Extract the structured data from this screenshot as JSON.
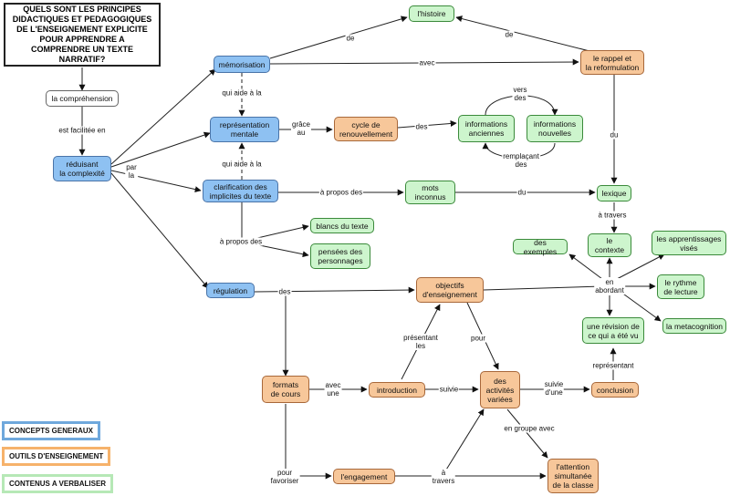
{
  "title": "QUELS SONT LES PRINCIPES\nDIDACTIQUES ET PEDAGOGIQUES\nDE L'ENSEIGNEMENT EXPLICITE\nPOUR APPRENDRE A COMPRENDRE\nUN TEXTE NARRATIF?",
  "nodes": {
    "comprehension": "la compréhension",
    "reduisant": "réduisant\nla complexité",
    "memorisation": "mémorisation",
    "representation": "représentation\nmentale",
    "clarification": "clarification des\nimplicites du texte",
    "regulation": "régulation",
    "histoire": "l'histoire",
    "rappel": "le rappel et\nla reformulation",
    "cycle": "cycle de\nrenouvellement",
    "infos_anciennes": "informations\nanciennes",
    "infos_nouvelles": "informations\nnouvelles",
    "mots_inconnus": "mots\ninconnus",
    "lexique": "lexique",
    "blancs": "blancs du texte",
    "pensees": "pensées des\npersonnages",
    "contexte": "le\ncontexte",
    "exemples": "des exemples",
    "apprentissages": "les apprentissages\nvisés",
    "rythme": "le rythme\nde lecture",
    "metacognition": "la metacognition",
    "revision": "une révision de\nce qui a été vu",
    "objectifs": "objectifs\nd'enseignement",
    "formats": "formats\nde cours",
    "introduction": "introduction",
    "activites": "des\nactivités\nvariées",
    "conclusion": "conclusion",
    "engagement": "l'engagement",
    "attention": "l'attention\nsimultanée\nde la classe"
  },
  "links": {
    "facilitee": "est facilitée en",
    "par_la": "par\nla",
    "de1": "de",
    "de2": "de",
    "avec1": "avec",
    "qui_aide1": "qui aide à la",
    "qui_aide2": "qui aide à la",
    "grace_au": "grâce\nau",
    "des1": "des",
    "vers_des": "vers\ndes",
    "remplacant": "remplaçant\ndes",
    "a_propos1": "à propos des",
    "du1": "du",
    "du2": "du",
    "a_propos2": "à propos des",
    "a_travers1": "à travers",
    "des2": "des",
    "en_abordant": "en\nabordant",
    "presentant": "présentant\nles",
    "pour": "pour",
    "avec_une": "avec\nune",
    "suivie": "suivie",
    "suivie_dune": "suivie\nd'une",
    "representant": "représentant",
    "en_groupe": "en groupe avec",
    "pour_favoriser": "pour\nfavoriser",
    "a_travers2": "à\ntravers"
  },
  "legend": {
    "concepts": "CONCEPTS GENERAUX",
    "outils": "OUTILS D'ENSEIGNEMENT",
    "contenus": "CONTENUS A VERBALISER"
  },
  "colors": {
    "blue": "#8ec1f2",
    "orange": "#f7c79a",
    "green": "#cdf5cd",
    "legend_blue": "#6fa8dc",
    "legend_orange": "#f6b26b",
    "legend_green": "#b6e8b6"
  }
}
